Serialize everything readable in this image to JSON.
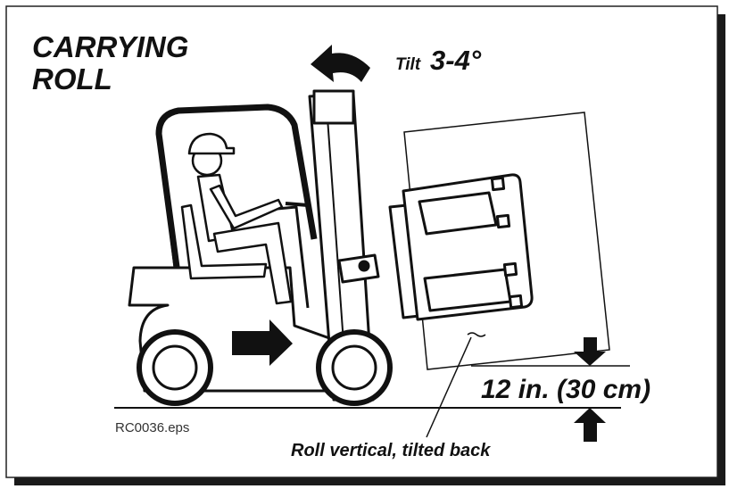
{
  "title_line1": "CARRYING",
  "title_line2": "ROLL",
  "tilt_label": "Tilt",
  "tilt_value": "3-4°",
  "height_label": "12 in. (30 cm)",
  "callout_label": "Roll vertical, tilted back",
  "file_label": "RC0036.eps",
  "colors": {
    "ink": "#111111",
    "frame": "#222222",
    "shadow": "#1a1a1a",
    "background": "#ffffff"
  },
  "icons": [
    "tilt-arrow-icon",
    "forward-arrow-icon",
    "down-arrow-icon",
    "up-arrow-icon",
    "operator-icon",
    "forklift-icon"
  ]
}
